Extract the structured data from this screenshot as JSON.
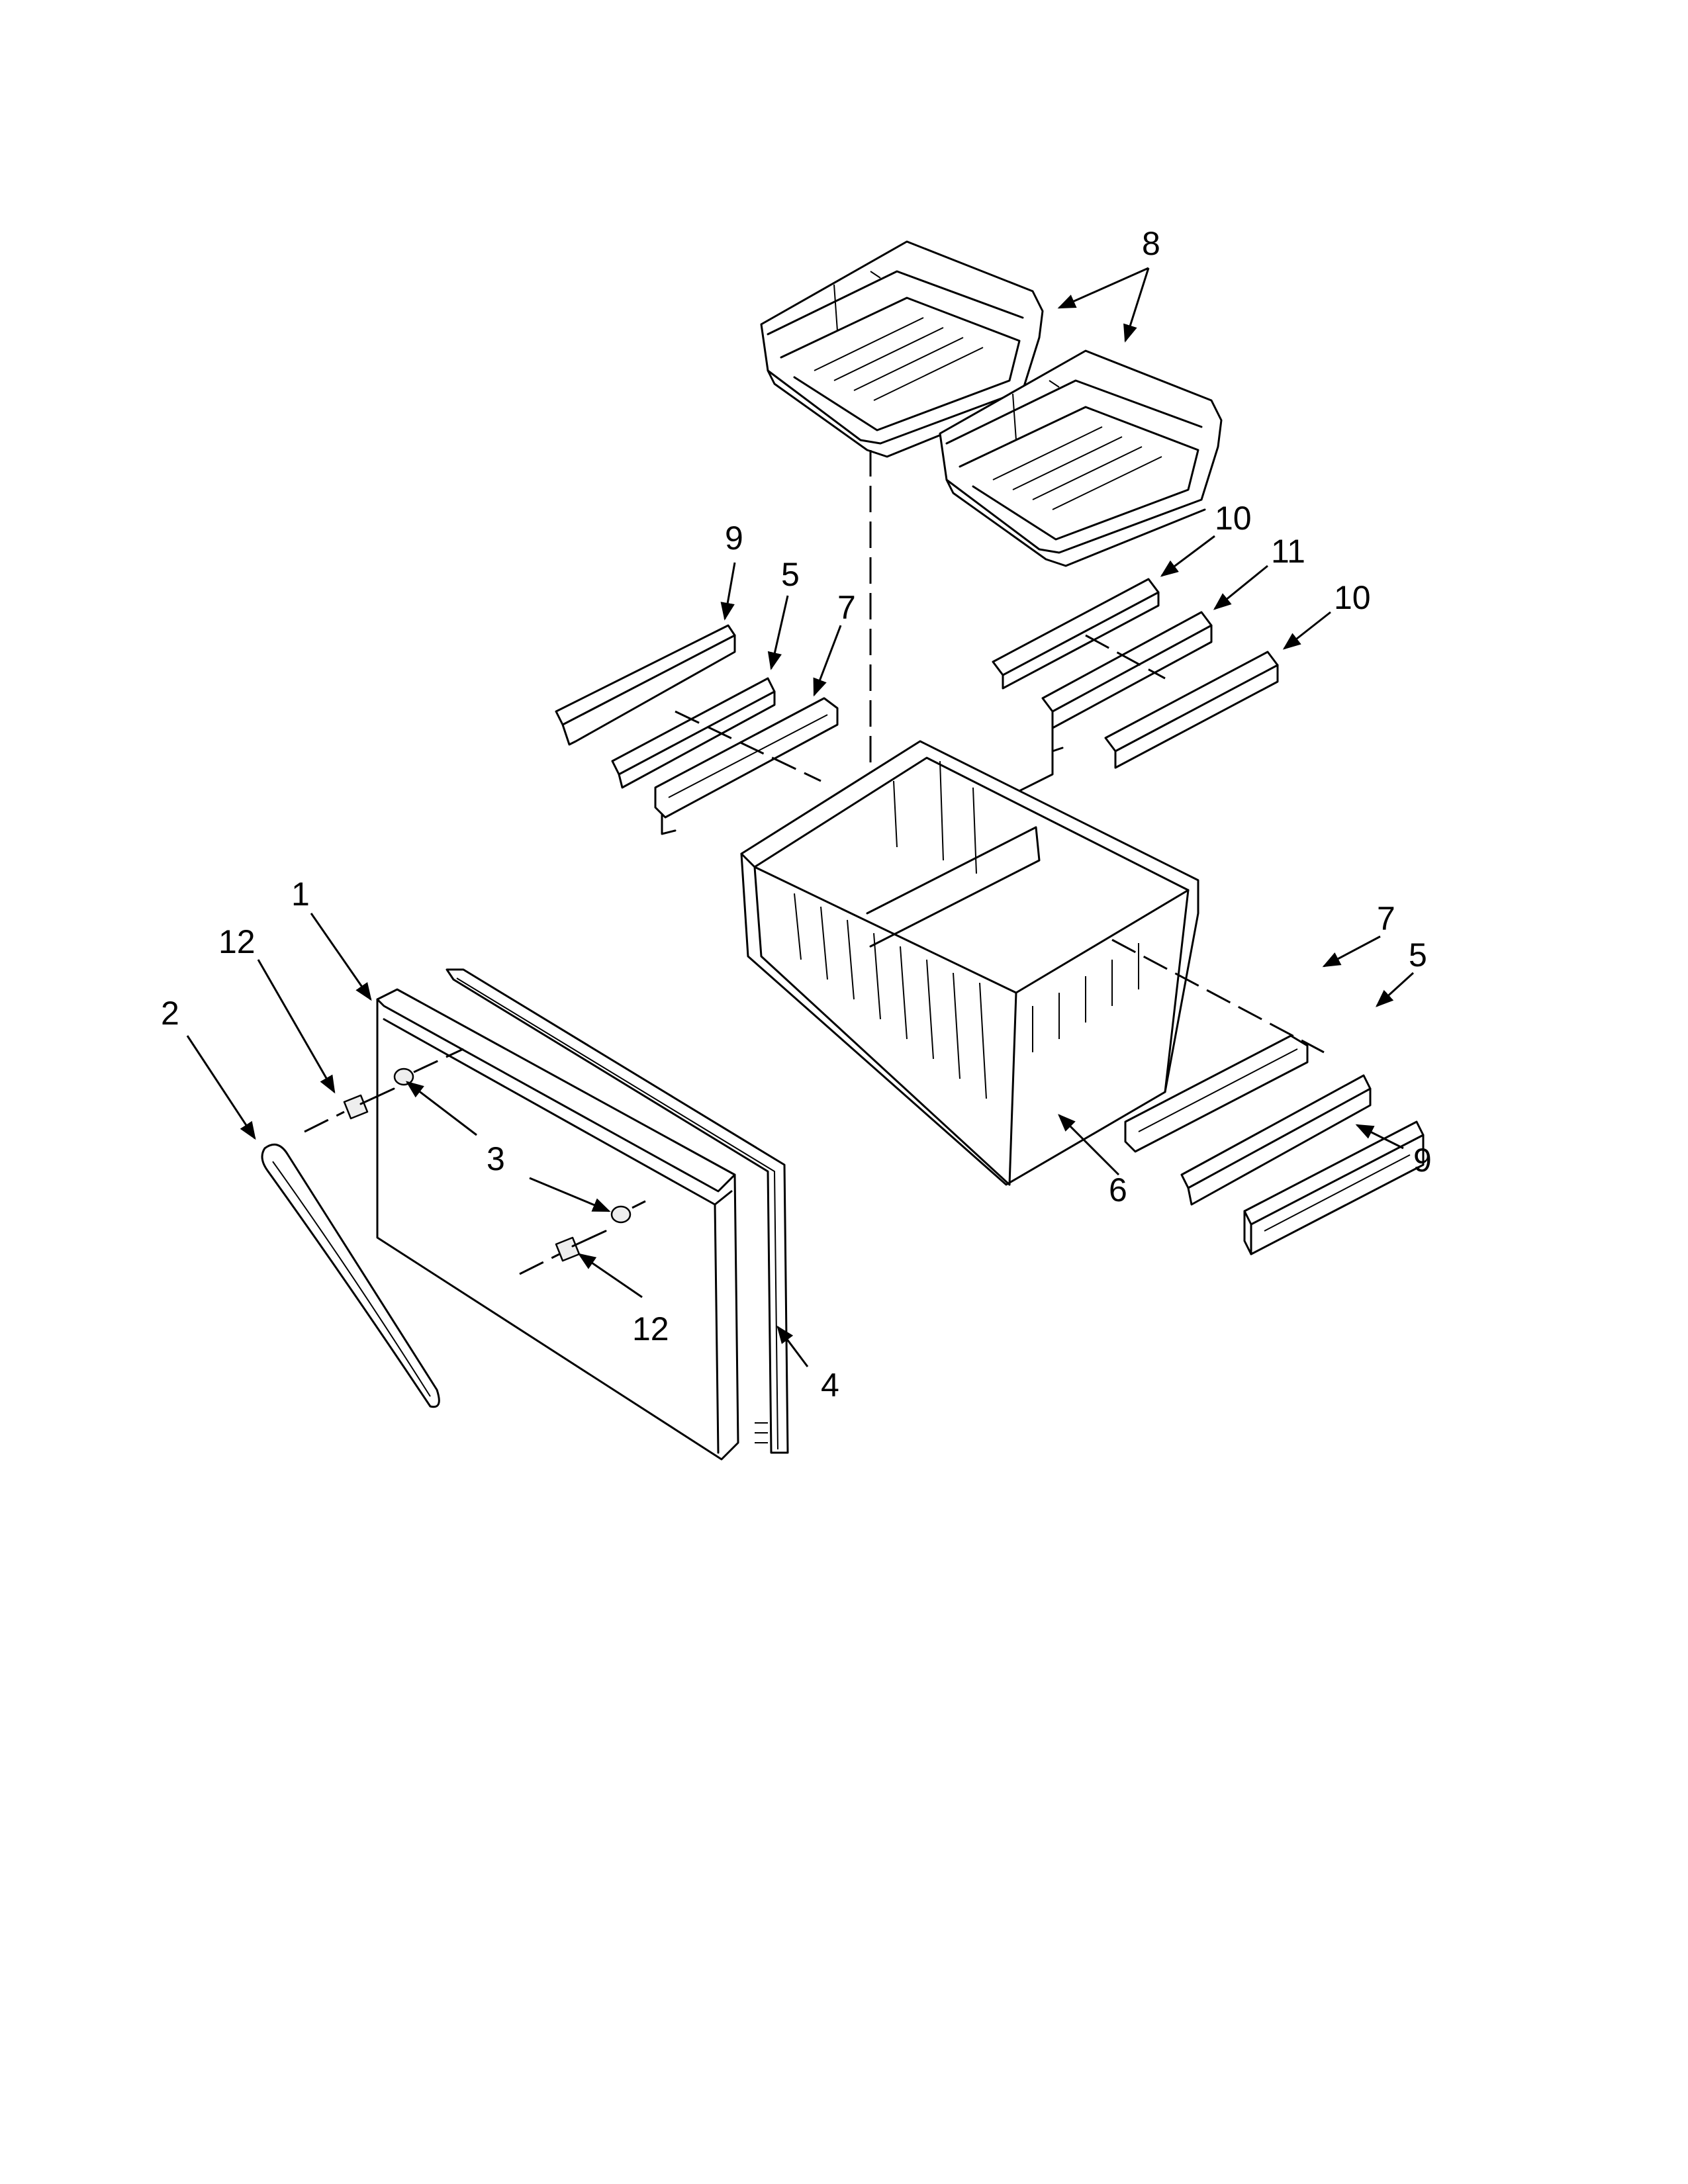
{
  "callouts": [
    {
      "id": "c1",
      "text": "1"
    },
    {
      "id": "c2",
      "text": "2"
    },
    {
      "id": "c3",
      "text": "3"
    },
    {
      "id": "c4",
      "text": "4"
    },
    {
      "id": "c5a",
      "text": "5"
    },
    {
      "id": "c5b",
      "text": "5"
    },
    {
      "id": "c6",
      "text": "6"
    },
    {
      "id": "c7a",
      "text": "7"
    },
    {
      "id": "c7b",
      "text": "7"
    },
    {
      "id": "c8",
      "text": "8"
    },
    {
      "id": "c9a",
      "text": "9"
    },
    {
      "id": "c9b",
      "text": "9"
    },
    {
      "id": "c10a",
      "text": "10"
    },
    {
      "id": "c10b",
      "text": "10"
    },
    {
      "id": "c11",
      "text": "11"
    },
    {
      "id": "c12a",
      "text": "12"
    },
    {
      "id": "c12b",
      "text": "12"
    }
  ]
}
